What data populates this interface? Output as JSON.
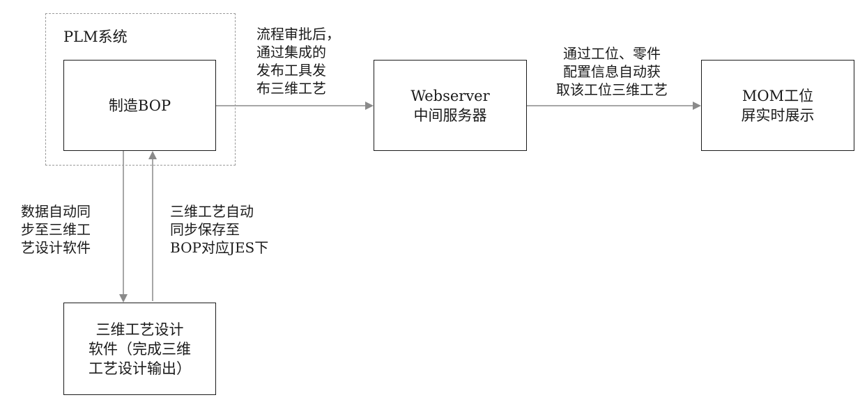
{
  "plm_container": {
    "title": "PLM系统"
  },
  "nodes": {
    "bop": {
      "lines": [
        "制造BOP"
      ]
    },
    "webserver": {
      "lines": [
        "Webserver",
        "中间服务器"
      ]
    },
    "mom": {
      "lines": [
        "MOM工位",
        "屏实时展示"
      ]
    },
    "design": {
      "lines": [
        "三维工艺设计",
        "软件（完成三维",
        "工艺设计输出）"
      ]
    }
  },
  "edges": {
    "bop_to_webserver": {
      "lines": [
        "流程审批后，",
        "通过集成的",
        "发布工具发",
        "布三维工艺"
      ]
    },
    "webserver_to_mom": {
      "lines": [
        "通过工位、零件",
        "配置信息自动获",
        "取该工位三维工艺"
      ]
    },
    "bop_to_design": {
      "lines": [
        "数据自动同",
        "步至三维工",
        "艺设计软件"
      ]
    },
    "design_to_bop": {
      "lines": [
        "三维工艺自动",
        "同步保存至",
        "BOP对应JES下"
      ]
    }
  }
}
